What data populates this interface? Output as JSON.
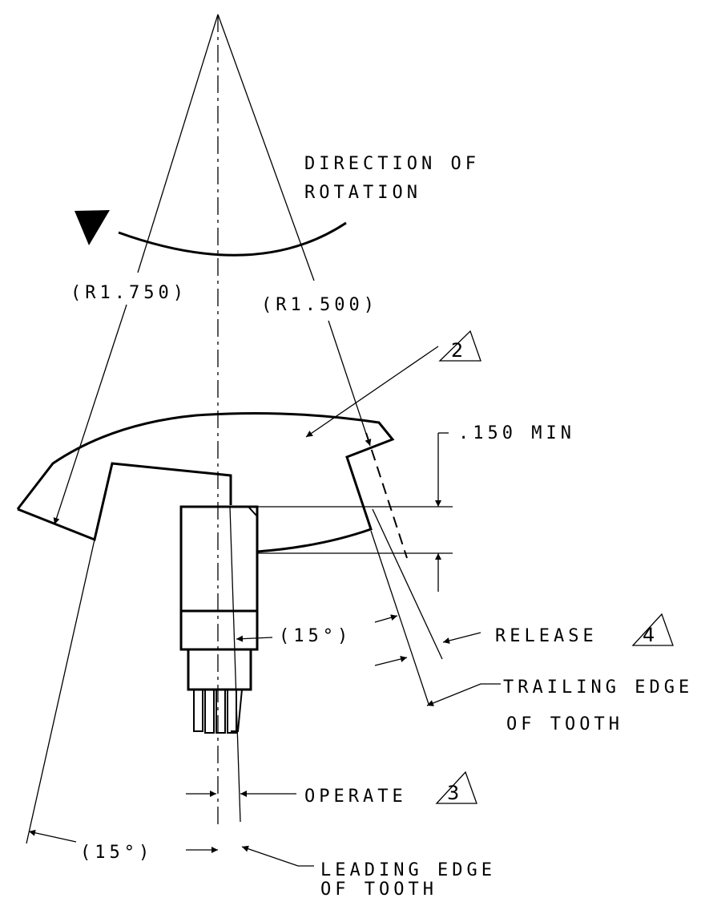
{
  "labels": {
    "direction_line1": "DIRECTION OF",
    "direction_line2": "ROTATION",
    "radius_outer": "(R1.750)",
    "radius_inner": "(R1.500)",
    "note_2": "2",
    "min_gap": ".150 MIN",
    "angle_upper": "(15°)",
    "release": "RELEASE",
    "note_4": "4",
    "trailing_line1": "TRAILING EDGE",
    "trailing_line2": "OF TOOTH",
    "operate": "OPERATE",
    "note_3": "3",
    "angle_lower": "(15°)",
    "leading_line1": "LEADING EDGE",
    "leading_line2": "OF TOOTH"
  }
}
